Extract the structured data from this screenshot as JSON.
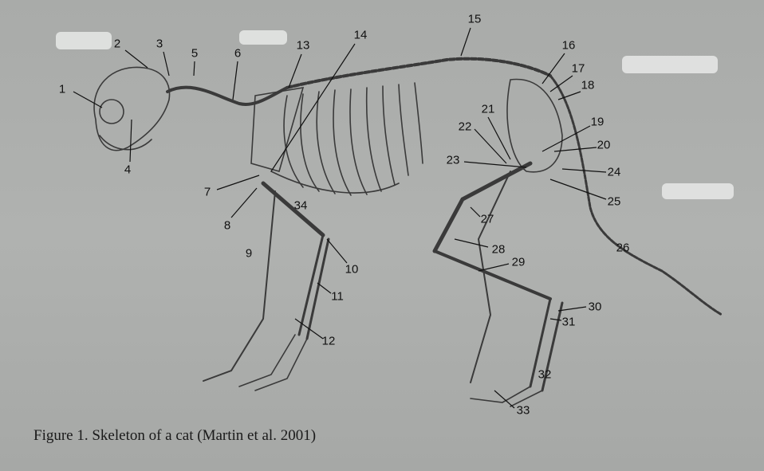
{
  "figure": {
    "caption": "Figure 1. Skeleton of a cat (Martin et al. 2001)",
    "labels": [
      "1",
      "2",
      "3",
      "4",
      "5",
      "6",
      "7",
      "8",
      "9",
      "10",
      "11",
      "12",
      "13",
      "14",
      "15",
      "16",
      "17",
      "18",
      "19",
      "20",
      "21",
      "22",
      "23",
      "24",
      "25",
      "26",
      "27",
      "28",
      "29",
      "30",
      "31",
      "32",
      "33",
      "34"
    ],
    "colors": {
      "background": "#aeb0ae",
      "bone_line": "#3a3a3a",
      "text": "#111111"
    }
  }
}
